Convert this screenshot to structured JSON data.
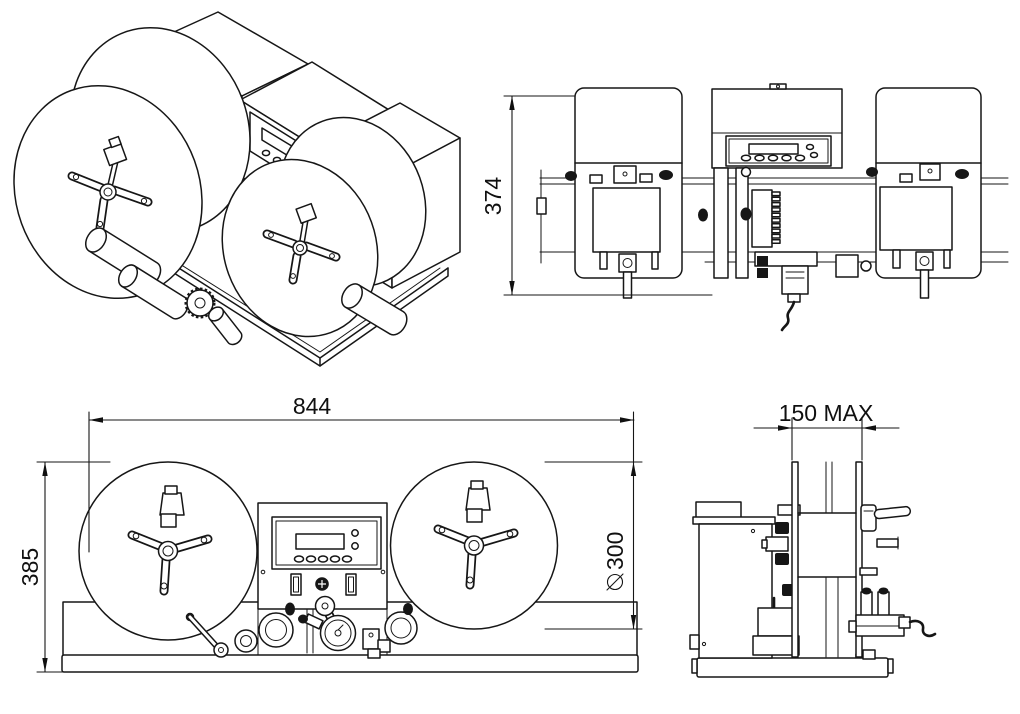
{
  "document": {
    "type": "technical-drawing",
    "background": "#ffffff",
    "line_color": "#161616",
    "text_color": "#101010"
  },
  "views": {
    "isometric": {
      "position": "top-left"
    },
    "top": {
      "position": "top-right",
      "dim_depth": {
        "label": "374",
        "orientation": "vertical"
      }
    },
    "front": {
      "position": "bottom-left",
      "dim_width": {
        "label": "844",
        "orientation": "horizontal"
      },
      "dim_height": {
        "label": "385",
        "orientation": "vertical"
      },
      "dim_reel_diameter": {
        "label": "300",
        "symbol": "⌀",
        "full": "⌀300",
        "orientation": "vertical"
      }
    },
    "side": {
      "position": "bottom-right",
      "dim_web_width": {
        "label": "150 MAX",
        "orientation": "horizontal"
      }
    }
  }
}
